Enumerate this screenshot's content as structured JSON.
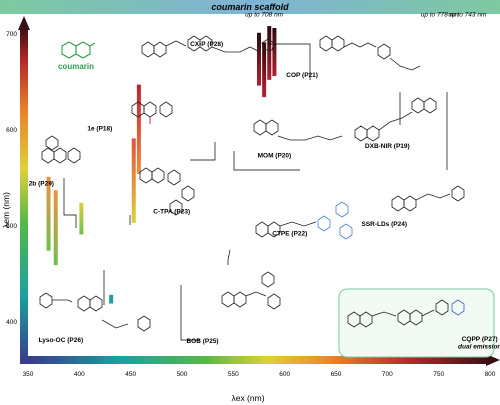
{
  "banner": {
    "text": "coumarin scaffold"
  },
  "chart_data": {
    "type": "bar",
    "xlabel": "λex (nm)",
    "ylabel": "λem (nm)",
    "xlim": [
      350,
      800
    ],
    "ylim": [
      355,
      705
    ],
    "xticks": [
      "350",
      "400",
      "450",
      "500",
      "550",
      "600",
      "650",
      "700",
      "750",
      "800"
    ],
    "yticks": [
      "400",
      "500",
      "600",
      "700"
    ],
    "scaffold_label": "coumarin",
    "bars": [
      {
        "x": 370,
        "y0": 473,
        "y1": 550
      },
      {
        "x": 377,
        "y0": 458,
        "y1": 536
      },
      {
        "x": 402,
        "y0": 490,
        "y1": 523
      },
      {
        "x": 431,
        "y0": 418,
        "y1": 427
      },
      {
        "x": 453,
        "y0": 502,
        "y1": 590
      },
      {
        "x": 458,
        "y0": 553,
        "y1": 646
      },
      {
        "x": 575,
        "y0": 645,
        "y1": 700
      },
      {
        "x": 580,
        "y0": 633,
        "y1": 690
      },
      {
        "x": 585,
        "y0": 651,
        "y1": 707
      },
      {
        "x": 590,
        "y0": 655,
        "y1": 705
      }
    ],
    "annotations": [
      {
        "text": "up to 708 nm",
        "x": 580,
        "y": 717
      },
      {
        "text": "up to 778 nm",
        "x": 751,
        "y": 717
      },
      {
        "text": "up to 743 nm",
        "x": 778,
        "y": 717
      }
    ],
    "probes": [
      {
        "name": "CX-P (P28)",
        "x": 524,
        "y": 686
      },
      {
        "name": "COP (P21)",
        "x": 617,
        "y": 654
      },
      {
        "name": "1e (P18)",
        "x": 420,
        "y": 598
      },
      {
        "name": "DXB-NIR (P19)",
        "x": 700,
        "y": 580
      },
      {
        "name": "MOM (P20)",
        "x": 590,
        "y": 570
      },
      {
        "name": "2b (P29)",
        "x": 363,
        "y": 541
      },
      {
        "name": "C-TPA (P23)",
        "x": 490,
        "y": 512
      },
      {
        "name": "SSR-LDs (P24)",
        "x": 697,
        "y": 499
      },
      {
        "name": "CTPE (P22)",
        "x": 605,
        "y": 489
      },
      {
        "name": "Lyso-OC (P26)",
        "x": 382,
        "y": 378
      },
      {
        "name": "BOB (P25)",
        "x": 520,
        "y": 377
      },
      {
        "name": "CQPP (P27)",
        "x": 790,
        "y": 379
      },
      {
        "name": "dual emission",
        "x": 790,
        "y": 371
      }
    ],
    "grid": false,
    "legend": "none"
  }
}
